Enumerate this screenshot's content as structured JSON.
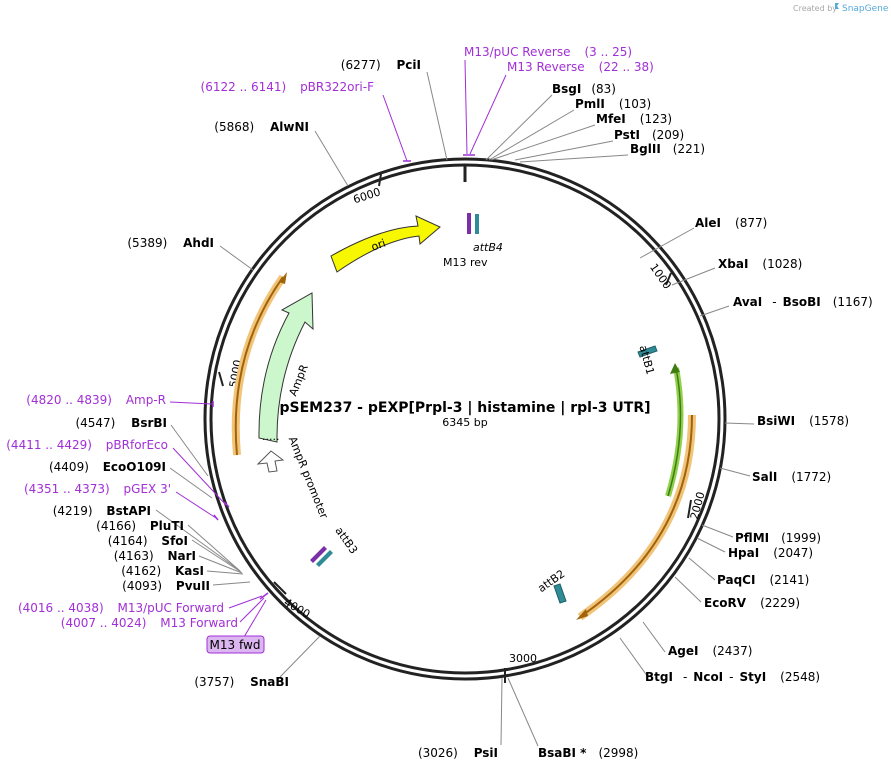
{
  "credit": {
    "prefix": "Created by",
    "brand": "SnapGene"
  },
  "plasmid": {
    "name": "pSEM237 - pEXP[Prpl-3 | histamine | rpl-3 UTR]",
    "length_text": "6345 bp"
  },
  "ruler": [
    "1000",
    "2000",
    "3000",
    "4000",
    "5000",
    "6000"
  ],
  "sites": {
    "pcii": {
      "pos": "(6277)",
      "name": "PciI"
    },
    "bsgi": {
      "name": "BsgI",
      "pos": "(83)"
    },
    "pmli": {
      "name": "PmlI",
      "pos": "(103)"
    },
    "mfei": {
      "name": "MfeI",
      "pos": "(123)"
    },
    "psti": {
      "name": "PstI",
      "pos": "(209)"
    },
    "bglii": {
      "name": "BglII",
      "pos": "(221)"
    },
    "alwni": {
      "pos": "(5868)",
      "name": "AlwNI"
    },
    "alei": {
      "name": "AleI",
      "pos": "(877)"
    },
    "xbai": {
      "name": "XbaI",
      "pos": "(1028)"
    },
    "avai": {
      "name": "AvaI",
      "sep": "-",
      "name2": "BsoBI",
      "pos": "(1167)"
    },
    "ahdi": {
      "pos": "(5389)",
      "name": "AhdI"
    },
    "bsiwi": {
      "name": "BsiWI",
      "pos": "(1578)"
    },
    "sali": {
      "name": "SalI",
      "pos": "(1772)"
    },
    "pflmi": {
      "name": "PflMI",
      "pos": "(1999)"
    },
    "hpai": {
      "name": "HpaI",
      "pos": "(2047)"
    },
    "paqci": {
      "name": "PaqCI",
      "pos": "(2141)"
    },
    "ecorv": {
      "name": "EcoRV",
      "pos": "(2229)"
    },
    "agei": {
      "name": "AgeI",
      "pos": "(2437)"
    },
    "btgi": {
      "name": "BtgI",
      "sep1": "-",
      "name2": "NcoI",
      "sep2": "-",
      "name3": "StyI",
      "pos": "(2548)"
    },
    "bsrbi": {
      "pos": "(4547)",
      "name": "BsrBI"
    },
    "ecoo109i": {
      "pos": "(4409)",
      "name": "EcoO109I"
    },
    "bstapi": {
      "pos": "(4219)",
      "name": "BstAPI"
    },
    "pluti": {
      "pos": "(4166)",
      "name": "PluTI"
    },
    "sfoi": {
      "pos": "(4164)",
      "name": "SfoI"
    },
    "nari": {
      "pos": "(4163)",
      "name": "NarI"
    },
    "kasi": {
      "pos": "(4162)",
      "name": "KasI"
    },
    "pvuii": {
      "pos": "(4093)",
      "name": "PvuII"
    },
    "snabi": {
      "pos": "(3757)",
      "name": "SnaBI"
    },
    "psii": {
      "pos": "(3026)",
      "name": "PsiI"
    },
    "bsabi": {
      "name": "BsaBI *",
      "pos": "(2998)"
    }
  },
  "primers": {
    "m13puc_rev": {
      "name": "M13/pUC Reverse",
      "range": "(3 .. 25)"
    },
    "m13_rev": {
      "name": "M13 Reverse",
      "range": "(22 .. 38)"
    },
    "pbr322": {
      "range": "(6122 .. 6141)",
      "name": "pBR322ori-F"
    },
    "ampr": {
      "range": "(4820 .. 4839)",
      "name": "Amp-R"
    },
    "pbrforeco": {
      "range": "(4411 .. 4429)",
      "name": "pBRforEco"
    },
    "pgex3": {
      "range": "(4351 .. 4373)",
      "name": "pGEX 3'"
    },
    "m13puc_fwd": {
      "range": "(4016 .. 4038)",
      "name": "M13/pUC Forward"
    },
    "m13_fwd": {
      "range": "(4007 .. 4024)",
      "name": "M13 Forward"
    },
    "m13_fwd_pill": "M13 fwd"
  },
  "features": {
    "ori": "ori",
    "attb4": "attB4",
    "m13rev": "M13 rev",
    "attb1": "attB1",
    "attb2": "attB2",
    "attb3": "attB3",
    "ampr": "AmpR",
    "ampr_promoter": "AmpR promoter",
    "ampr_dots": "....."
  },
  "colors": {
    "backbone": "#222222",
    "ori": "#f7f700",
    "ampr": "#ccf7cc",
    "promoter_outline": "#555555",
    "orange_feature": "#f1c47a",
    "orange_line": "#a0630a",
    "green_feature": "#90d04a",
    "green_line": "#3f7d14",
    "att_teal": "#2f8b96",
    "att_purple": "#7a2fa8",
    "primer": "#a12fd6",
    "pill_fill": "#dcb6f0"
  }
}
